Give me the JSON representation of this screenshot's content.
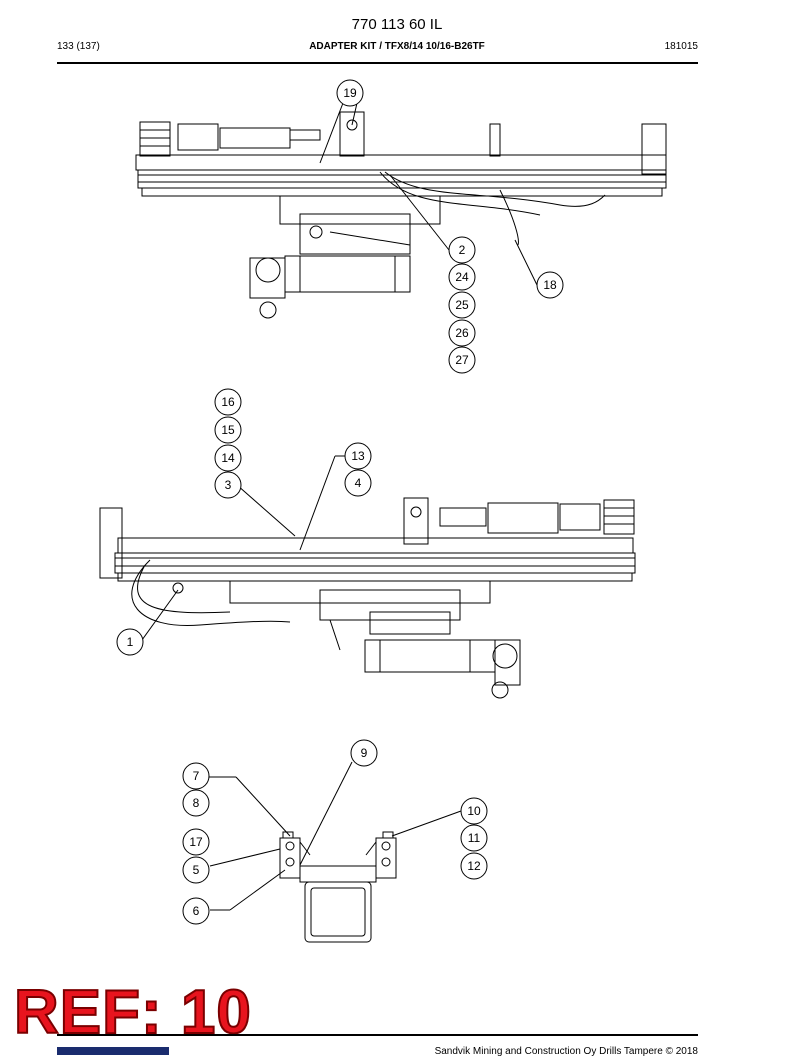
{
  "header": {
    "doc_number": "770 113 60 IL",
    "page": "133 (137)",
    "title": "ADAPTER KIT / TFX8/14 10/16-B26TF",
    "code": "181015"
  },
  "callouts": {
    "top_view": [
      "19",
      "2",
      "24",
      "25",
      "26",
      "27",
      "18"
    ],
    "middle_view": [
      "16",
      "15",
      "14",
      "3",
      "13",
      "4",
      "1"
    ],
    "bottom_view": [
      "9",
      "7",
      "8",
      "17",
      "5",
      "6",
      "10",
      "11",
      "12"
    ]
  },
  "stamp": "REF: 10",
  "footer": {
    "copyright": "Sandvik Mining and Construction Oy Drills Tampere © 2018"
  }
}
